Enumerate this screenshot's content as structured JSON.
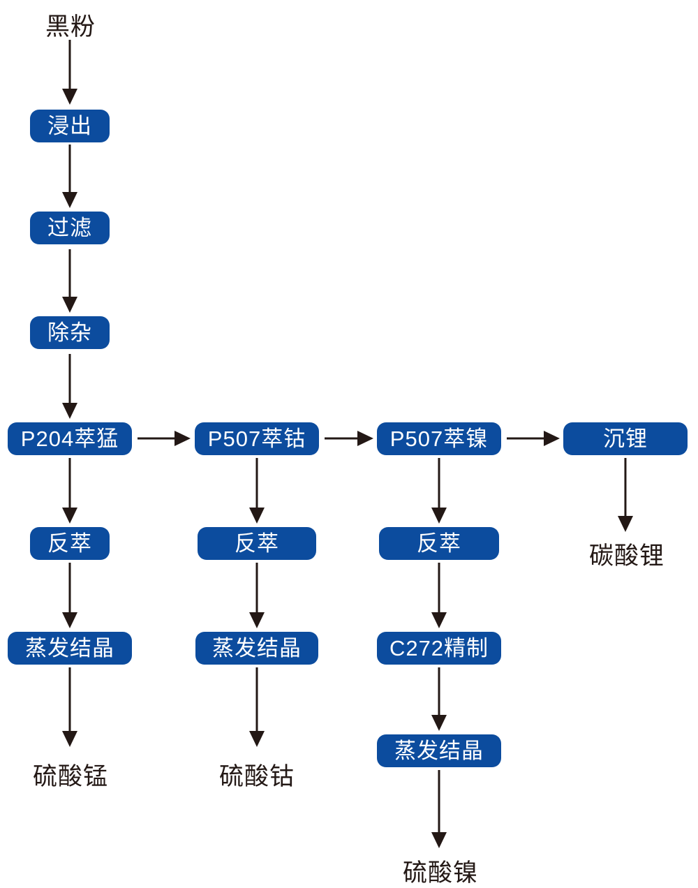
{
  "diagram": {
    "type": "flowchart",
    "description": "Hydrometallurgical black mass recycling process flow",
    "colors": {
      "box_fill": "#0C4C9E",
      "box_text": "#FFFFFF",
      "arrow_and_text": "#231815",
      "background": "#FFFFFF"
    },
    "nodes": {
      "source": {
        "label": "黑粉"
      },
      "leach": {
        "label": "浸出"
      },
      "filter": {
        "label": "过滤"
      },
      "remove_impurity": {
        "label": "除杂"
      },
      "p204_mn": {
        "label": "P204萃猛"
      },
      "p507_co": {
        "label": "P507萃钴"
      },
      "p507_ni": {
        "label": "P507萃镍"
      },
      "li_precipitation": {
        "label": "沉锂"
      },
      "strip_1": {
        "label": "反萃"
      },
      "strip_2": {
        "label": "反萃"
      },
      "strip_3": {
        "label": "反萃"
      },
      "evap_1": {
        "label": "蒸发结晶"
      },
      "evap_2": {
        "label": "蒸发结晶"
      },
      "c272_refine": {
        "label": "C272精制"
      },
      "evap_3": {
        "label": "蒸发结晶"
      },
      "mn_sulfate": {
        "label": "硫酸锰"
      },
      "co_sulfate": {
        "label": "硫酸钴"
      },
      "li_carbonate": {
        "label": "碳酸锂"
      },
      "ni_sulfate": {
        "label": "硫酸镍"
      }
    },
    "edges": [
      [
        "source",
        "leach"
      ],
      [
        "leach",
        "filter"
      ],
      [
        "filter",
        "remove_impurity"
      ],
      [
        "remove_impurity",
        "p204_mn"
      ],
      [
        "p204_mn",
        "p507_co"
      ],
      [
        "p507_co",
        "p507_ni"
      ],
      [
        "p507_ni",
        "li_precipitation"
      ],
      [
        "p204_mn",
        "strip_1"
      ],
      [
        "strip_1",
        "evap_1"
      ],
      [
        "evap_1",
        "mn_sulfate"
      ],
      [
        "p507_co",
        "strip_2"
      ],
      [
        "strip_2",
        "evap_2"
      ],
      [
        "evap_2",
        "co_sulfate"
      ],
      [
        "p507_ni",
        "strip_3"
      ],
      [
        "strip_3",
        "c272_refine"
      ],
      [
        "c272_refine",
        "evap_3"
      ],
      [
        "evap_3",
        "ni_sulfate"
      ],
      [
        "li_precipitation",
        "li_carbonate"
      ]
    ]
  }
}
